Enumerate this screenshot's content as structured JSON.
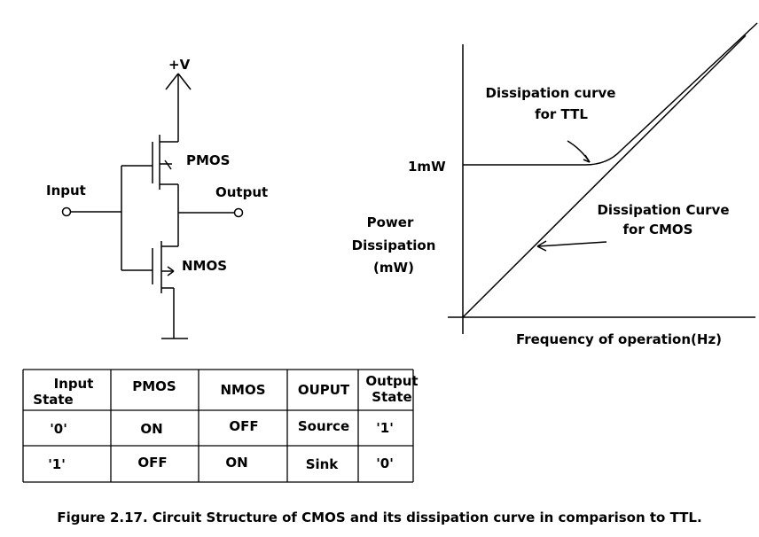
{
  "circuit": {
    "supply": "+V",
    "input": "Input",
    "output": "Output",
    "pmos": "PMOS",
    "nmos": "NMOS"
  },
  "chart": {
    "ref_level": "1mW",
    "ylabel": [
      "Power",
      "Dissipation",
      "(mW)"
    ],
    "xlabel": "Frequency of operation(Hz)",
    "ttl_label": [
      "Dissipation curve",
      "for TTL"
    ],
    "cmos_label": [
      "Dissipation Curve",
      "for CMOS"
    ]
  },
  "table": {
    "headers": [
      [
        "Input",
        "State"
      ],
      [
        "PMOS"
      ],
      [
        "NMOS"
      ],
      [
        "OUPUT"
      ],
      [
        "Output",
        "State"
      ]
    ],
    "rows": [
      [
        "'0'",
        "ON",
        "OFF",
        "Source",
        "'1'"
      ],
      [
        "'1'",
        "OFF",
        "ON",
        "Sink",
        "'0'"
      ]
    ]
  },
  "caption": "Figure 2.17. Circuit Structure of CMOS and its dissipation curve in comparison to TTL."
}
